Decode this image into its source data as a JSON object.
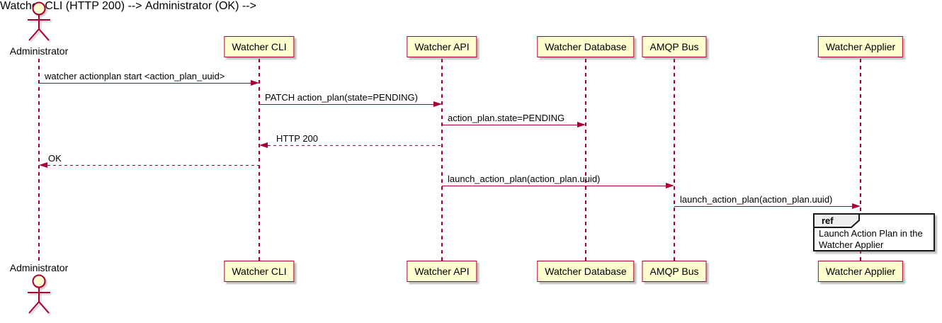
{
  "diagram": {
    "type": "sequence-diagram",
    "actor": {
      "label": "Administrator"
    },
    "participants": [
      {
        "label": "Watcher CLI"
      },
      {
        "label": "Watcher API"
      },
      {
        "label": "Watcher Database"
      },
      {
        "label": "AMQP Bus"
      },
      {
        "label": "Watcher Applier"
      }
    ],
    "messages": [
      {
        "label": "watcher actionplan start <action_plan_uuid>",
        "from": "Administrator",
        "to": "Watcher CLI",
        "style": "solid"
      },
      {
        "label": "PATCH action_plan(state=PENDING)",
        "from": "Watcher CLI",
        "to": "Watcher API",
        "style": "solid"
      },
      {
        "label": "action_plan.state=PENDING",
        "from": "Watcher API",
        "to": "Watcher Database",
        "style": "solid"
      },
      {
        "label": "HTTP 200",
        "from": "Watcher API",
        "to": "Watcher CLI",
        "style": "dashed"
      },
      {
        "label": "OK",
        "from": "Watcher CLI",
        "to": "Administrator",
        "style": "dashed"
      },
      {
        "label": "launch_action_plan(action_plan.uuid)",
        "from": "Watcher API",
        "to": "AMQP Bus",
        "style": "solid"
      },
      {
        "label": "launch_action_plan(action_plan.uuid)",
        "from": "AMQP Bus",
        "to": "Watcher Applier",
        "style": "solid"
      }
    ],
    "ref": {
      "keyword": "ref",
      "lines": [
        "Launch Action Plan in the",
        "Watcher Applier"
      ]
    },
    "colors": {
      "accent": "#A80036",
      "participant_fill": "#FEFECE",
      "ref_header_fill": "#EEEEEE",
      "ref_border": "#181818",
      "text": "#000000"
    }
  }
}
